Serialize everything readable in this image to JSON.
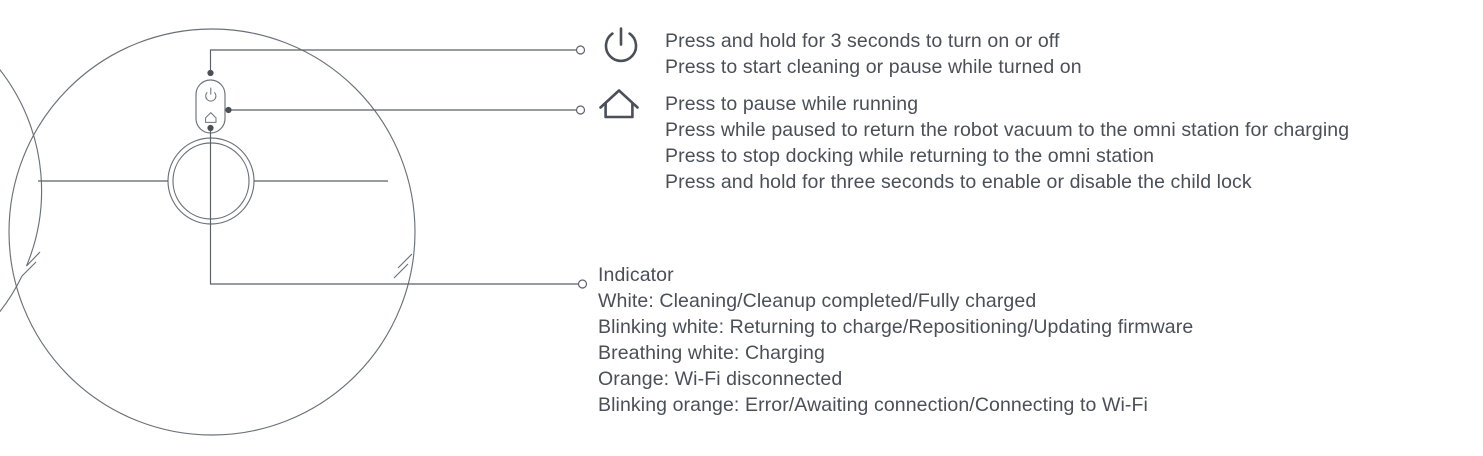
{
  "diagram": {
    "title": "Robot vacuum top-view control panel callout diagram",
    "colors": {
      "text": "#4a4f58",
      "outline": "#5a6069",
      "leader": "#5a6069",
      "body_outline": "#6b7179",
      "background": "#ffffff"
    }
  },
  "device": {
    "name": "robot-vacuum-top-view",
    "parts": {
      "body": "outer-body-circle",
      "bumper": "bumper-ring",
      "lidar": "lidar-turret",
      "button_panel": "button-panel-pill",
      "panel_buttons": [
        "power-button",
        "home-button"
      ],
      "indicator": "status-indicator-ring"
    }
  },
  "callouts": [
    {
      "id": "power",
      "icon": "power-icon",
      "icon_label": "Power",
      "lines": [
        "Press and hold for 3 seconds to turn on or off",
        "Press to start cleaning or pause while turned on"
      ]
    },
    {
      "id": "home",
      "icon": "home-icon",
      "icon_label": "Home / Dock",
      "lines": [
        "Press to pause while running",
        "Press while paused to return the robot vacuum to the omni station for charging",
        "Press to stop docking while returning to the omni station",
        "Press and hold for three seconds to enable or disable the child lock"
      ]
    },
    {
      "id": "indicator",
      "icon": "bullet-marker-icon",
      "icon_label": "Indicator",
      "heading": "Indicator",
      "lines": [
        "White: Cleaning/Cleanup completed/Fully charged",
        "Blinking white: Returning to charge/Repositioning/Updating firmware",
        "Breathing white: Charging",
        "Orange: Wi-Fi disconnected",
        "Blinking orange: Error/Awaiting connection/Connecting to Wi-Fi"
      ]
    }
  ]
}
